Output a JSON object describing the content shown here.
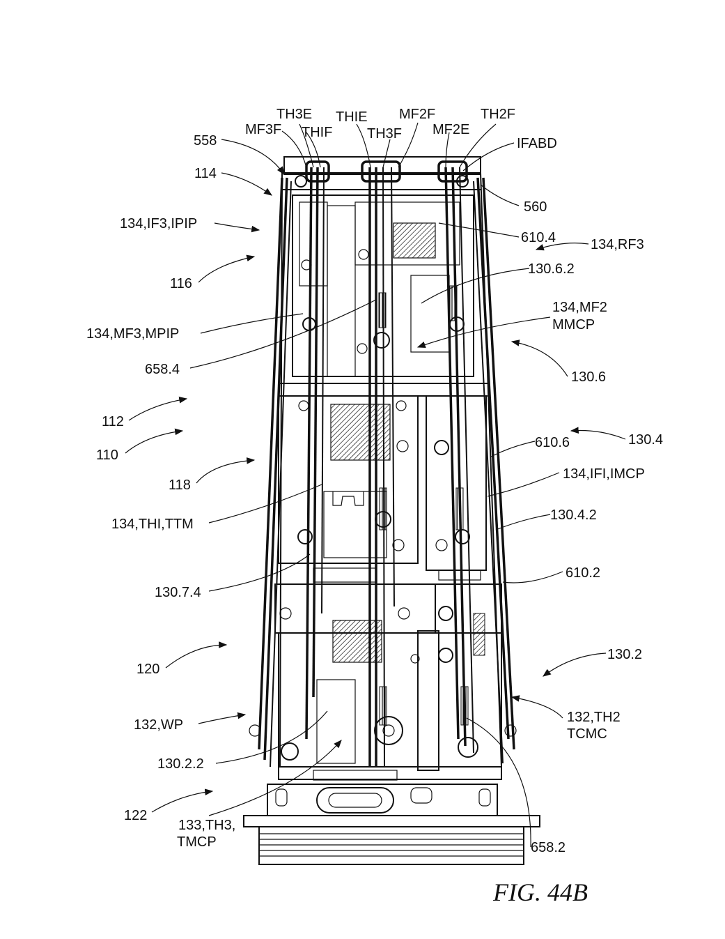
{
  "figure_label": "FIG. 44B",
  "labels": {
    "l_TH3E": "TH3E",
    "l_MF3F": "MF3F",
    "l_THIF": "THIF",
    "l_THIE": "THIE",
    "l_TH3F": "TH3F",
    "l_MF2F": "MF2F",
    "l_MF2E": "MF2E",
    "l_TH2F": "TH2F",
    "l_IFABD": "IFABD",
    "l_558": "558",
    "l_114": "114",
    "l_560": "560",
    "l_134_IF3_IPIP": "134,IF3,IPIP",
    "l_610_4": "610.4",
    "l_134_RF3": "134,RF3",
    "l_116": "116",
    "l_130_6_2": "130.6.2",
    "l_134_MF2": "134,MF2",
    "l_MMCP": "MMCP",
    "l_134_MF3_MPIP": "134,MF3,MPIP",
    "l_658_4": "658.4",
    "l_130_6": "130.6",
    "l_112": "112",
    "l_110": "110",
    "l_610_6": "610.6",
    "l_130_4": "130.4",
    "l_118": "118",
    "l_134_IFI_IMCP": "134,IFI,IMCP",
    "l_134_THI_TTM": "134,THI,TTM",
    "l_130_4_2": "130.4.2",
    "l_130_7_4": "130.7.4",
    "l_610_2": "610.2",
    "l_120": "120",
    "l_130_2": "130.2",
    "l_132_WP": "132,WP",
    "l_132_TH2": "132,TH2",
    "l_TCMC": "TCMC",
    "l_130_2_2": "130.2.2",
    "l_122": "122",
    "l_133_TH3": "133,TH3,",
    "l_TMCP": "TMCP",
    "l_658_2": "658.2"
  }
}
